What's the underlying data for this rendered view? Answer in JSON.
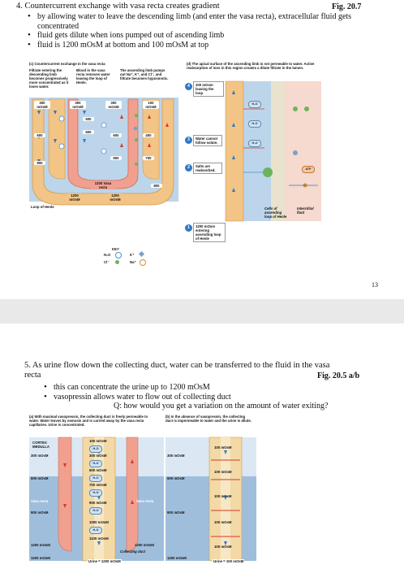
{
  "page1": {
    "heading": "4. Countercurrent exchange with vasa recta creates gradient",
    "figref": "Fig. 20.7",
    "bullets": [
      "by allowing water to leave the descending limb (and enter the vasa recta), extracellular fluid gets concentrated",
      "fluid gets dilute when ions pumped out of ascending limb",
      "fluid is 1200 mOsM at bottom and 100 mOsM at top"
    ],
    "page_number": "13",
    "figure_a": {
      "title": "(c) Countercurrent exchange in the vasa recta",
      "label_filtrate": "Filtrate entering the descending limb becomes progressively more concentrated as it loses water.",
      "label_blood": "Blood in the vasa recta removes water leaving the loop of Henle.",
      "label_ascending": "The ascending limb pumps out Na⁺, K⁺, and Cl⁻, and filtrate becomes hyposmotic.",
      "values_top": [
        "300 mOsM",
        "300 mOsM",
        "300 mOsM",
        "100 mOsM"
      ],
      "values_mid": [
        "600",
        "500",
        "600",
        "600",
        "400"
      ],
      "values_low": [
        "900",
        "900",
        "700"
      ],
      "values_bottom": [
        "1200 Vasa recta",
        "1200 mOsM",
        "1200 mOsM",
        "800"
      ],
      "loop_label": "Loop of Henle",
      "key_title": "KEY",
      "key_items": [
        "H₂O",
        "K⁺",
        "Cl⁻",
        "Na⁺"
      ]
    },
    "figure_b": {
      "title": "(d) The apical surface of the ascending limb is not permeable to water. Active reabsorption of ions in this region creates a dilute filtrate in the lumen.",
      "callouts": [
        "100 mOsm leaving the loop",
        "Water cannot follow solute.",
        "Salts are reabsorbed.",
        "1200 mOsm entering ascending loop of Henle"
      ],
      "badge_numbers": [
        "4",
        "3",
        "2",
        "1"
      ],
      "cell_label": "Cells of ascending loop of Henle",
      "interstitial_label": "Interstitial fluid",
      "water_label": "H₂O",
      "atp_label": "ATP"
    }
  },
  "page2": {
    "heading_line1": "5. As urine flow down the collecting duct, water can be transferred to the fluid in the vasa",
    "heading_line2": "recta",
    "figref": "Fig. 20.5 a/b",
    "bullets": [
      "this can concentrate the urine up to 1200 mOsM",
      "vasopressin allows water to flow out of collecting duct"
    ],
    "question": "Q: how would you get a variation on the amount of water exiting?",
    "figure_a": {
      "title": "(a) With maximal vasopressin, the collecting duct is freely permeable to water. Water leaves by osmosis and is carried away by the vasa recta capillaries. Urine is concentrated.",
      "cortex_label": "CORTEX MEDULLA",
      "left_values": [
        "300 mOsM",
        "600 mOsM",
        "900 mOsM",
        "1200 mOsM",
        "1200 mOsM"
      ],
      "vasa_label": "Vasa recta",
      "duct_values": [
        "100 mOsM",
        "300 mOsM",
        "600 mOsM",
        "700 mOsM",
        "900 mOsM",
        "1000 mOsM",
        "1100 mOsM"
      ],
      "right_values": [
        "Vasa recta",
        "1200 mOsM"
      ],
      "duct_label": "Collecting duct",
      "urine_label": "Urine = 1200 mOsM",
      "water_label": "H₂O"
    },
    "figure_b": {
      "title": "(b) In the absence of vasopressin, the collecting duct is impermeable to water and the urine is dilute.",
      "left_values": [
        "300 mOsM",
        "600 mOsM",
        "900 mOsM",
        "1200 mOsM"
      ],
      "duct_values": [
        "100 mOsM",
        "100 mOsM",
        "100 mOsM",
        "100 mOsM",
        "100 mOsM"
      ],
      "urine_label": "Urine = 100 mOsM"
    }
  },
  "colors": {
    "loop_tan": "#f2c486",
    "loop_edge": "#d89a4c",
    "vessel_pink": "#f1a08f",
    "vessel_edge": "#cf6f60",
    "interstitial_blue": "#bcd5ea",
    "medulla_blue": "#7fa8cf",
    "water_blue": "#4a8fd1",
    "na_green": "#6db35a",
    "arrow_red": "#d23a2a"
  }
}
